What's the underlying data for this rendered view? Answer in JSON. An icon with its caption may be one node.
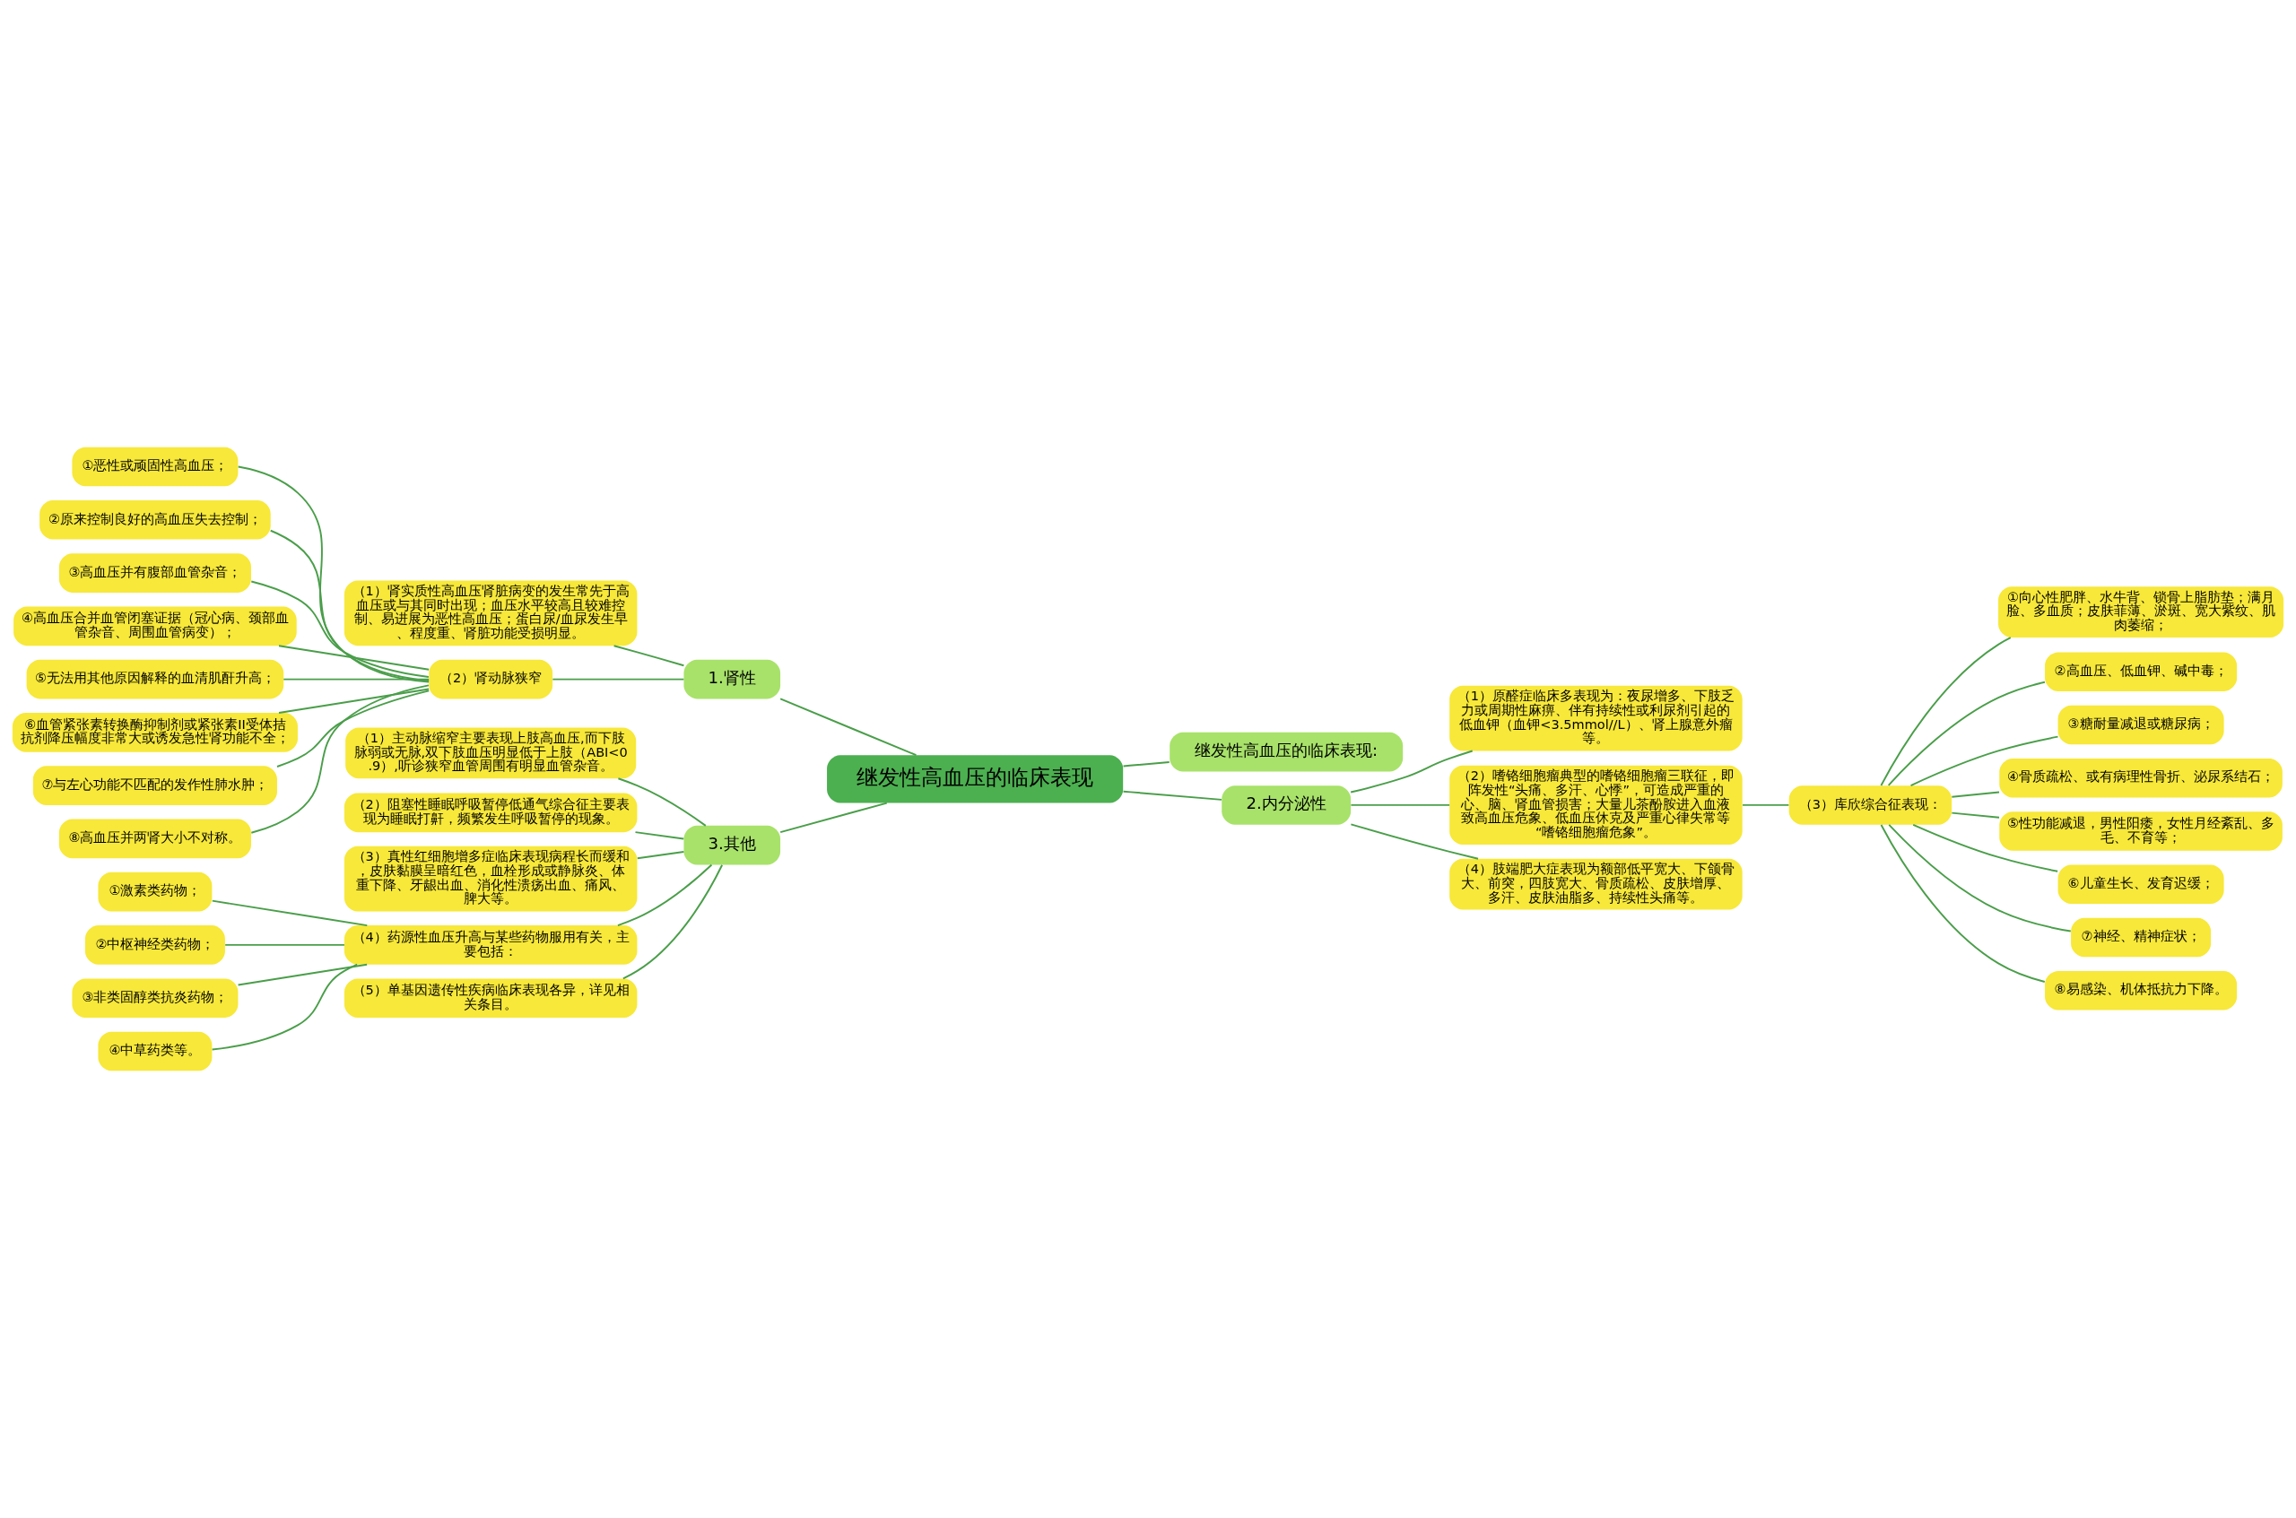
{
  "diagram": {
    "nodes": [
      {
        "text": [
          "继发性高血压的临床表现"
        ]
      },
      {
        "text": [
          "1.肾性"
        ]
      },
      {
        "text": [
          "（1）肾实质性高血压肾脏病变的发生常先于高血压或与其同时出现；血压水平较高且较难控制、易进展为恶性高血压；蛋白尿/血尿发生早、程度重、肾脏功能受损明显。"
        ]
      },
      {
        "text": [
          "（2）肾动脉狭窄"
        ]
      },
      {
        "text": [
          "①恶性或顽固性高血压；"
        ]
      },
      {
        "text": [
          "②原来控制良好的高血压失去控制；"
        ]
      },
      {
        "text": [
          "③高血压并有腹部血管杂音；"
        ]
      },
      {
        "text": [
          "④高血压合并血管闭塞证据（冠心病、颈部血管杂音、周围血管病变）；"
        ]
      },
      {
        "text": [
          "⑤无法用其他原因解释的血清肌酐升高；"
        ]
      },
      {
        "text": [
          "⑥血管紧张素转换酶抑制剂或紧张素II受体拮抗剂降压幅度非常大或诱发急性肾功能不全；"
        ]
      },
      {
        "text": [
          "⑦与左心功能不匹配的发作性肺水肿；"
        ]
      },
      {
        "text": [
          "⑧高血压并两肾大小不对称。"
        ]
      },
      {
        "text": [
          "继发性高血压的临床表现:"
        ]
      },
      {
        "text": [
          "2.内分泌性"
        ]
      },
      {
        "text": [
          "（1）原醛症临床多表现为：夜尿增多、下肢乏力或周期性麻痹、伴有持续性或利尿剂引起的低血钾（血钾<3.5mmol//L）、肾上腺意外瘤等。"
        ]
      },
      {
        "text": [
          "（2）嗜铬细胞瘤典型的嗜铬细胞瘤三联征，即阵发性“头痛、多汗、心悸”，可造成严重的心、脑、肾血管损害；大量儿茶酚胺进入血液致高血压危象、低血压休克及严重心律失常等“嗜铬细胞瘤危象”。"
        ]
      },
      {
        "text": [
          "（3）库欣综合征表现："
        ]
      },
      {
        "text": [
          "①向心性肥胖、水牛背、锁骨上脂肪垫；满月脸、多血质；皮肤菲薄、淤斑、宽大紫纹、肌肉萎缩；"
        ]
      },
      {
        "text": [
          "②高血压、低血钾、碱中毒；"
        ]
      },
      {
        "text": [
          "③糖耐量减退或糖尿病；"
        ]
      },
      {
        "text": [
          "④骨质疏松、或有病理性骨折、泌尿系结石；"
        ]
      },
      {
        "text": [
          "⑤性功能减退，男性阳痿，女性月经紊乱、多毛、不育等；"
        ]
      },
      {
        "text": [
          "⑥儿童生长、发育迟缓；"
        ]
      },
      {
        "text": [
          "⑦神经、精神症状；"
        ]
      },
      {
        "text": [
          "⑧易感染、机体抵抗力下降。"
        ]
      },
      {
        "text": [
          "（4）肢端肥大症表现为额部低平宽大、下颌骨大、前突，四肢宽大、骨质疏松、皮肤增厚、多汗、皮肤油脂多、持续性头痛等。"
        ]
      },
      {
        "text": [
          "3.其他"
        ]
      },
      {
        "text": [
          "（1）主动脉缩窄主要表现上肢高血压,而下肢脉弱或无脉,双下肢血压明显低于上肢（ABI<0.9）,听诊狭窄血管周围有明显血管杂音。"
        ]
      },
      {
        "text": [
          "（2）阻塞性睡眠呼吸暂停低通气综合征主要表现为睡眠打鼾，频繁发生呼吸暂停的现象。"
        ]
      },
      {
        "text": [
          "（3）真性红细胞增多症临床表现病程长而缓和，皮肤黏膜呈暗红色，血栓形成或静脉炎、体重下降、牙龈出血、消化性溃疡出血、痛风、脾大等。"
        ]
      },
      {
        "text": [
          "（4）药源性血压升高与某些药物服用有关，主要包括："
        ]
      },
      {
        "text": [
          "①激素类药物；"
        ]
      },
      {
        "text": [
          "②中枢神经类药物；"
        ]
      },
      {
        "text": [
          "③非类固醇类抗炎药物；"
        ]
      },
      {
        "text": [
          "④中草药类等。"
        ]
      },
      {
        "text": [
          "（5）单基因遗传性疾病临床表现各异，详见相关条目。"
        ]
      }
    ],
    "edges": [
      {
        "from": 0,
        "to": 1,
        "arrow": "none"
      },
      {
        "from": 1,
        "to": 2,
        "arrow": "none"
      },
      {
        "from": 1,
        "to": 3,
        "arrow": "none"
      },
      {
        "from": 3,
        "to": 4,
        "arrow": "none"
      },
      {
        "from": 3,
        "to": 5,
        "arrow": "none"
      },
      {
        "from": 3,
        "to": 6,
        "arrow": "none"
      },
      {
        "from": 3,
        "to": 7,
        "arrow": "none"
      },
      {
        "from": 3,
        "to": 8,
        "arrow": "none"
      },
      {
        "from": 3,
        "to": 9,
        "arrow": "none"
      },
      {
        "from": 3,
        "to": 10,
        "arrow": "none"
      },
      {
        "from": 3,
        "to": 11,
        "arrow": "none"
      },
      {
        "from": 0,
        "to": 12,
        "arrow": "none"
      },
      {
        "from": 0,
        "to": 13,
        "arrow": "none"
      },
      {
        "from": 13,
        "to": 14,
        "arrow": "none"
      },
      {
        "from": 13,
        "to": 15,
        "arrow": "none"
      },
      {
        "from": 15,
        "to": 16,
        "arrow": "none"
      },
      {
        "from": 16,
        "to": 17,
        "arrow": "none"
      },
      {
        "from": 16,
        "to": 18,
        "arrow": "none"
      },
      {
        "from": 16,
        "to": 19,
        "arrow": "none"
      },
      {
        "from": 16,
        "to": 20,
        "arrow": "none"
      },
      {
        "from": 16,
        "to": 21,
        "arrow": "none"
      },
      {
        "from": 16,
        "to": 22,
        "arrow": "none"
      },
      {
        "from": 16,
        "to": 23,
        "arrow": "none"
      },
      {
        "from": 16,
        "to": 24,
        "arrow": "none"
      },
      {
        "from": 13,
        "to": 25,
        "arrow": "none"
      },
      {
        "from": 0,
        "to": 26,
        "arrow": "none"
      },
      {
        "from": 26,
        "to": 27,
        "arrow": "none"
      },
      {
        "from": 26,
        "to": 28,
        "arrow": "none"
      },
      {
        "from": 26,
        "to": 29,
        "arrow": "none"
      },
      {
        "from": 26,
        "to": 30,
        "arrow": "none"
      },
      {
        "from": 30,
        "to": 31,
        "arrow": "none"
      },
      {
        "from": 30,
        "to": 32,
        "arrow": "none"
      },
      {
        "from": 30,
        "to": 33,
        "arrow": "none"
      },
      {
        "from": 30,
        "to": 34,
        "arrow": "none"
      },
      {
        "from": 26,
        "to": 35,
        "arrow": "none"
      }
    ]
  }
}
